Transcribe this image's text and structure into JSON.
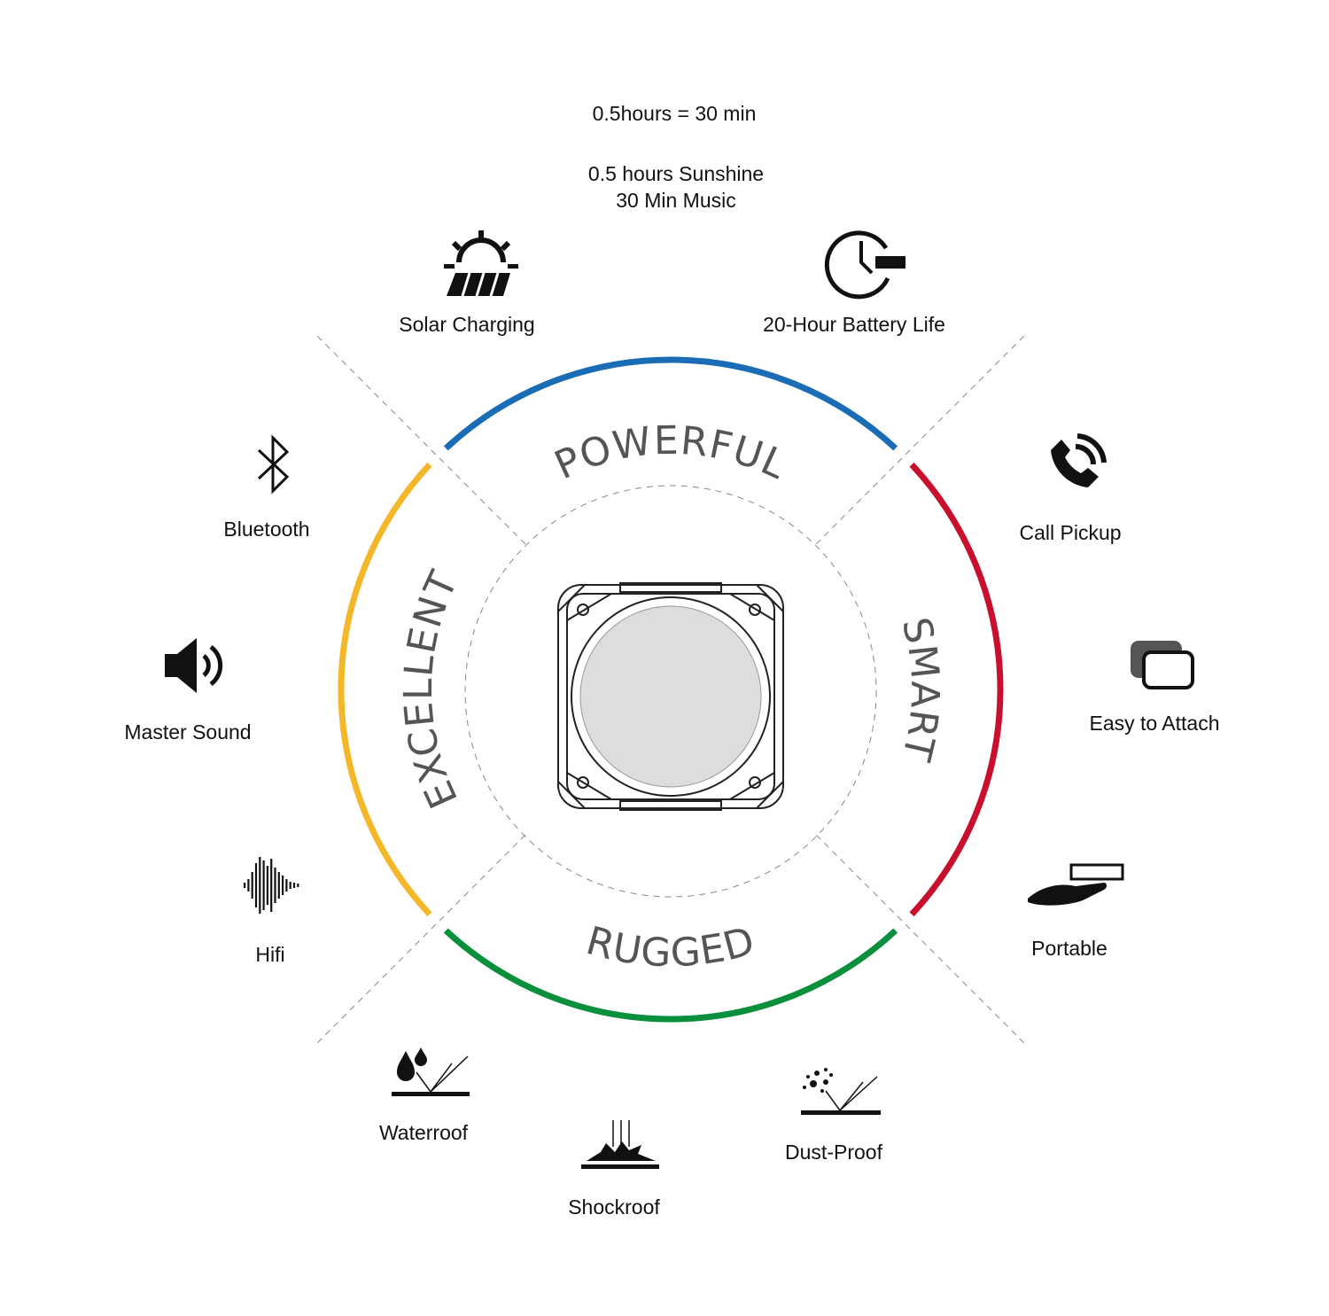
{
  "notes": {
    "conversion": "0.5hours = 30 min",
    "sunshine_line1": "0.5 hours Sunshine",
    "sunshine_line2": "30 Min Music"
  },
  "segments": [
    {
      "label": "POWERFUL",
      "color": "#1a6db5"
    },
    {
      "label": "SMART",
      "color": "#c8102e"
    },
    {
      "label": "RUGGED",
      "color": "#0a8f3c"
    },
    {
      "label": "EXCELLENT",
      "color": "#f5b72a"
    }
  ],
  "features": {
    "solar": "Solar Charging",
    "battery": "20-Hour Battery Life",
    "call": "Call Pickup",
    "attach": "Easy to Attach",
    "portable": "Portable",
    "dust": "Dust-Proof",
    "shock": "Shockroof",
    "water": "Waterroof",
    "hifi": "Hifi",
    "sound": "Master Sound",
    "bluetooth": "Bluetooth"
  }
}
